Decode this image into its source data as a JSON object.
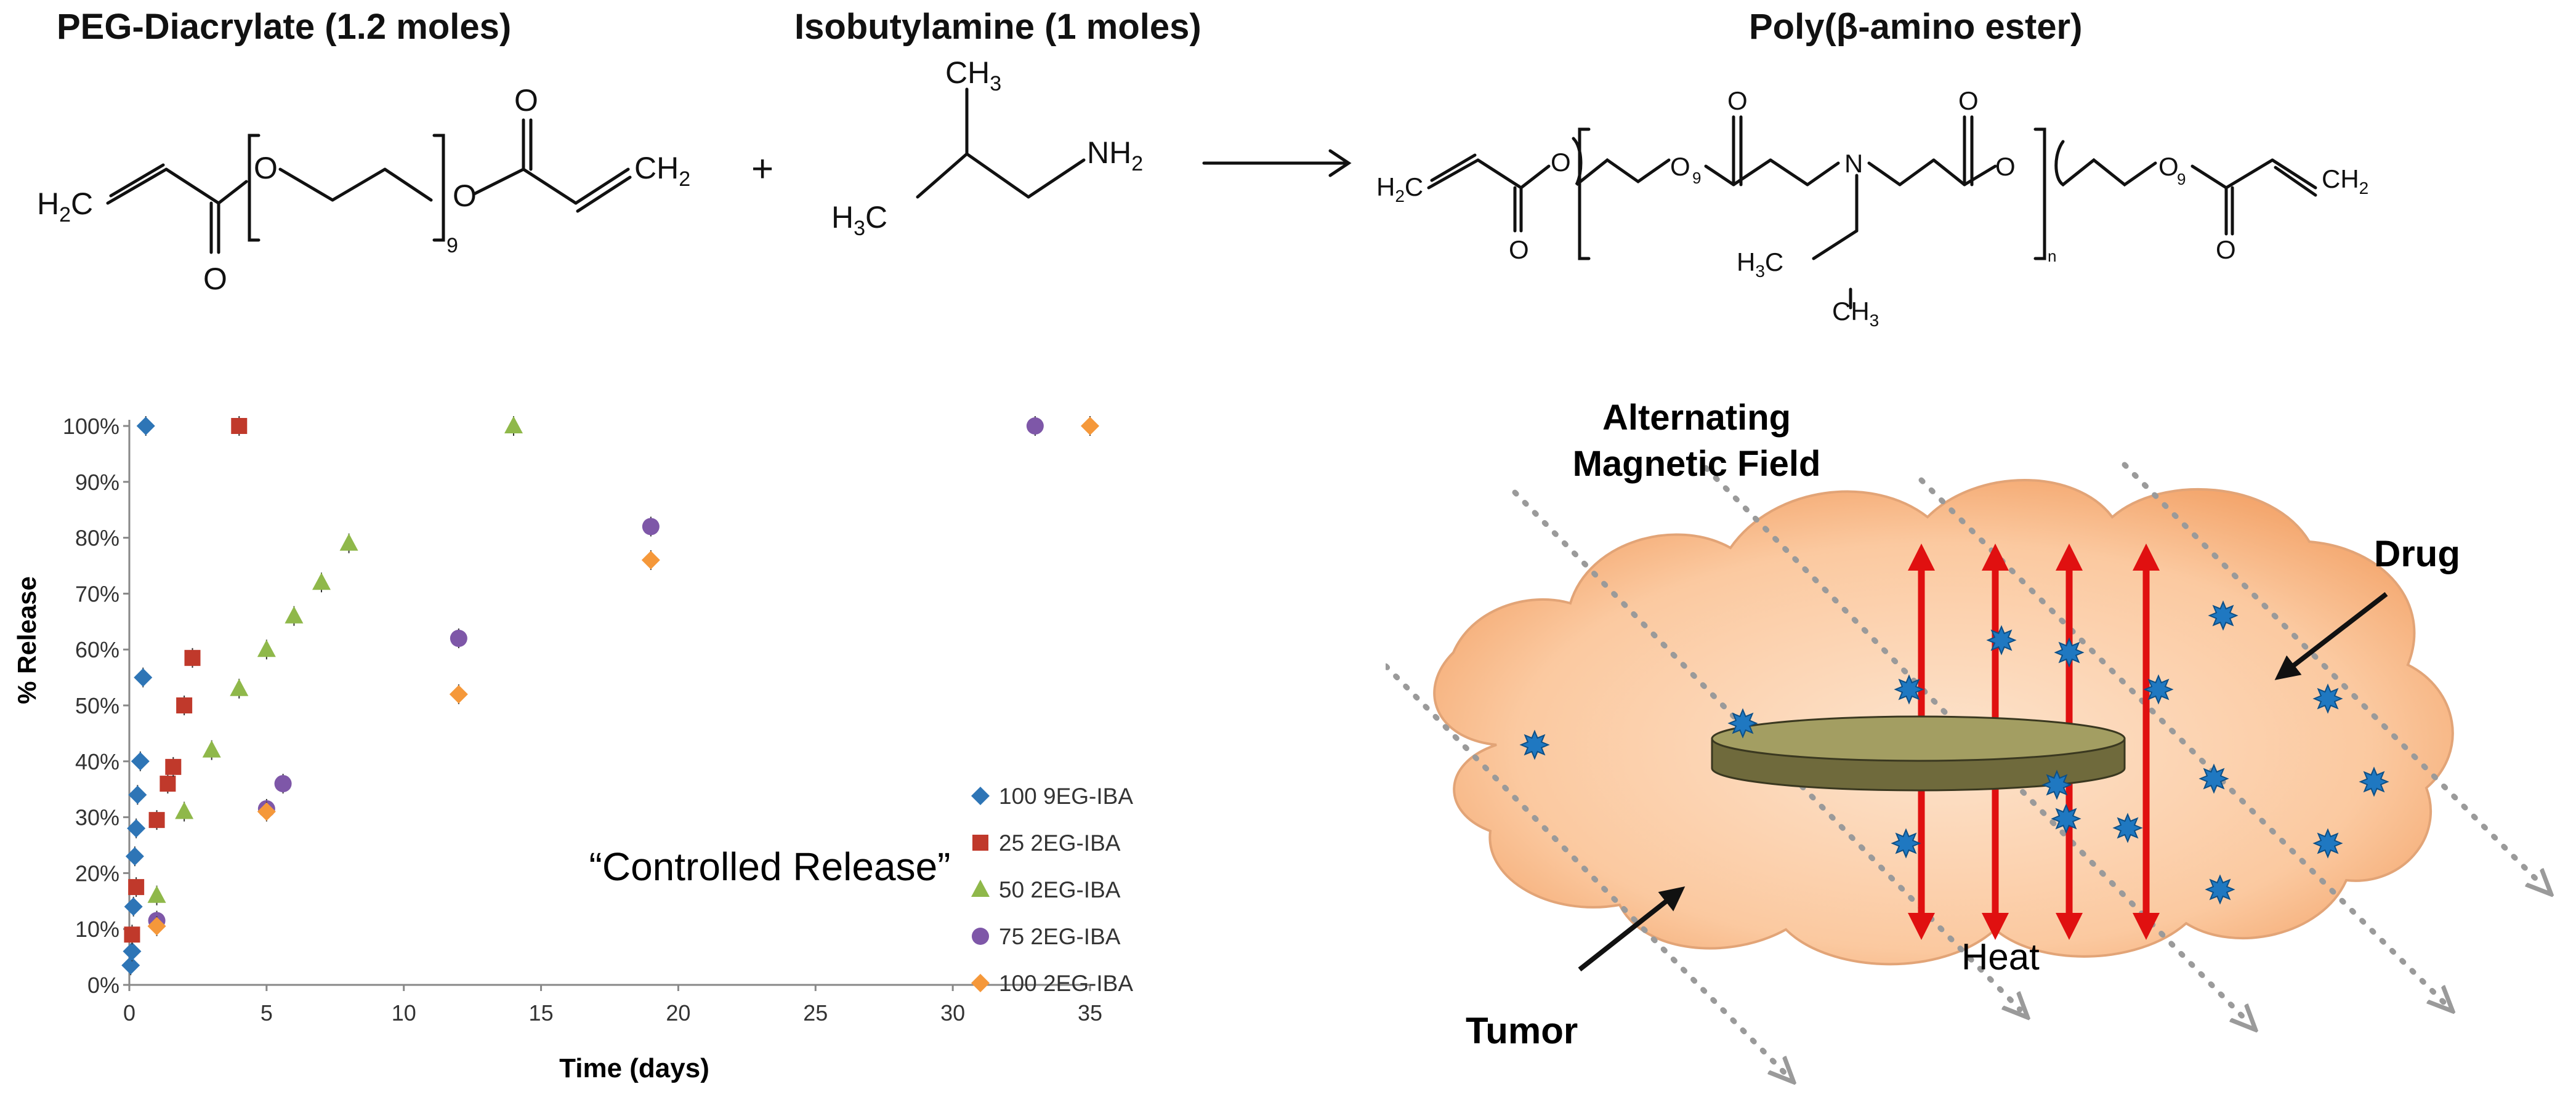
{
  "scheme": {
    "reactant1_title": "PEG-Diacrylate (1.2 moles)",
    "reactant2_title": "Isobutylamine (1 moles)",
    "product_title": "Poly(β-amino ester)",
    "plus_sign": "+",
    "labels": {
      "h2c": "H",
      "ch2": "CH",
      "ch3": "CH",
      "h3c": "H",
      "nh2": "NH",
      "o": "O",
      "n": "N",
      "sub2": "2",
      "sub3": "3",
      "sub9": "9",
      "subn": "n",
      "c": "C"
    }
  },
  "chart_data": {
    "type": "scatter",
    "xlabel": "Time (days)",
    "ylabel": "% Release",
    "xlim": [
      0,
      35
    ],
    "ylim": [
      0,
      100
    ],
    "xticks": [
      "0",
      "5",
      "10",
      "15",
      "20",
      "25",
      "30",
      "35"
    ],
    "yticks": [
      "0%",
      "10%",
      "20%",
      "30%",
      "40%",
      "50%",
      "60%",
      "70%",
      "80%",
      "90%",
      "100%"
    ],
    "grid": false,
    "legend_position": "right",
    "annotation": "“Controlled Release”",
    "series": [
      {
        "name": "100 9EG-IBA",
        "marker": "diamond",
        "color": "#2e75b6",
        "x": [
          0.05,
          0.1,
          0.15,
          0.2,
          0.25,
          0.3,
          0.4,
          0.5,
          0.6
        ],
        "y": [
          3.5,
          6,
          14,
          23,
          28,
          34,
          40,
          55,
          100
        ]
      },
      {
        "name": "25 2EG-IBA",
        "marker": "square",
        "color": "#c0392b",
        "x": [
          0.1,
          0.25,
          1,
          1.4,
          1.6,
          2,
          2.3,
          4
        ],
        "y": [
          9,
          17.5,
          29.5,
          36,
          39,
          50,
          58.5,
          100
        ]
      },
      {
        "name": "50 2EG-IBA",
        "marker": "triangle",
        "color": "#8fb84a",
        "x": [
          1,
          2,
          3,
          4,
          5,
          6,
          7,
          8,
          14
        ],
        "y": [
          16,
          31,
          42,
          53,
          60,
          66,
          72,
          79,
          100
        ]
      },
      {
        "name": "75 2EG-IBA",
        "marker": "circle",
        "color": "#7e57a8",
        "x": [
          1,
          5,
          5.6,
          12,
          19,
          33
        ],
        "y": [
          11.5,
          31.5,
          36,
          62,
          82,
          100
        ]
      },
      {
        "name": "100 2EG-IBA",
        "marker": "diamond",
        "color": "#f5983a",
        "x": [
          1,
          5,
          12,
          19,
          35
        ],
        "y": [
          10.5,
          31,
          52,
          76,
          100
        ]
      }
    ]
  },
  "diagram": {
    "field_label_line1": "Alternating",
    "field_label_line2": "Magnetic Field",
    "drug_label": "Drug",
    "tumor_label": "Tumor",
    "heat_label": "Heat",
    "tumor_color": "#fbc9a0",
    "arrow_color": "#e01010",
    "drug_color": "#1f78c1",
    "disk_color": "#8a8550"
  }
}
